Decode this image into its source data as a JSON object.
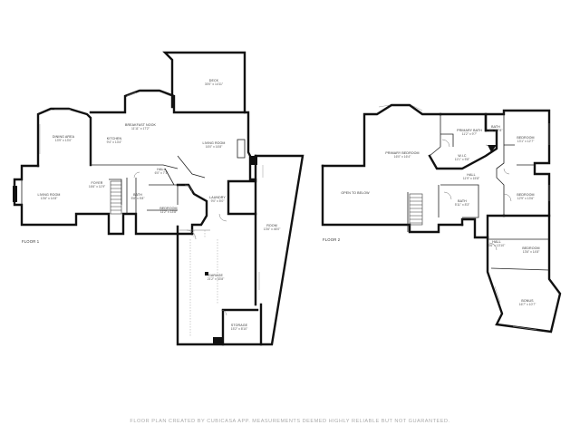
{
  "floor1": {
    "label": "FLOOR 1",
    "rooms": {
      "deck": {
        "name": "DECK",
        "dim": "30'0\" x 14'11\""
      },
      "breakfast_nook": {
        "name": "BREAKFAST NOOK",
        "dim": "11'11\" x 17'2\""
      },
      "dining_area": {
        "name": "DINING AREA",
        "dim": "13'9\" x 13'0\""
      },
      "kitchen": {
        "name": "KITCHEN",
        "dim": "9'4\" x 13'4\""
      },
      "living_room_right": {
        "name": "LIVING ROOM",
        "dim": "16'0\" x 16'8\""
      },
      "hall": {
        "name": "HALL",
        "dim": "6'0\" x 7'1\""
      },
      "foyer": {
        "name": "FOYER",
        "dim": "16'6\" x 11'9\""
      },
      "living_room_left": {
        "name": "LIVING ROOM",
        "dim": "13'6\" x 14'8\""
      },
      "bath": {
        "name": "BATH",
        "dim": "5'8\" x 5'8\""
      },
      "bedroom": {
        "name": "BEDROOM",
        "dim": "11'2\" x 13'8\""
      },
      "laundry": {
        "name": "LAUNDRY",
        "dim": "9'0\" x 5'0\""
      },
      "room": {
        "name": "ROOM",
        "dim": "13'6\" x 46'0\""
      },
      "garage": {
        "name": "GARAGE",
        "dim": "21'2\" x 33'8\""
      },
      "storage": {
        "name": "STORAGE",
        "dim": "15'2\" x 8'10\""
      }
    }
  },
  "floor2": {
    "label": "FLOOR 2",
    "rooms": {
      "primary_bath": {
        "name": "PRIMARY BATH",
        "dim": "11'2\" x 9'7\""
      },
      "bath_top": {
        "name": "BATH",
        "dim": "5'0\" x 7'8\""
      },
      "bedroom_1": {
        "name": "BEDROOM",
        "dim": "13'1\" x 12'7\""
      },
      "primary_bedroom": {
        "name": "PRIMARY BEDROOM",
        "dim": "16'0\" x 16'4\""
      },
      "wic": {
        "name": "W.I.C",
        "dim": "11'1\" x 5'8\""
      },
      "hall": {
        "name": "HALL",
        "dim": "11'9\" x 15'8\""
      },
      "bedroom_2": {
        "name": "BEDROOM",
        "dim": "12'9\" x 13'6\""
      },
      "open_to_below": {
        "name": "OPEN TO BELOW"
      },
      "bath": {
        "name": "BATH",
        "dim": "5'11\" x 8'3\""
      },
      "hall_2": {
        "name": "HALL",
        "dim": "3'6\" x 13'10\""
      },
      "bedroom_3": {
        "name": "BEDROOM",
        "dim": "13'6\" x 14'8\""
      },
      "bonus": {
        "name": "BONUS",
        "dim": "16'7\" x 10'7\""
      }
    }
  },
  "footer": "FLOOR PLAN CREATED BY CUBICASA APP. MEASUREMENTS DEEMED HIGHLY RELIABLE BUT NOT GUARANTEED."
}
